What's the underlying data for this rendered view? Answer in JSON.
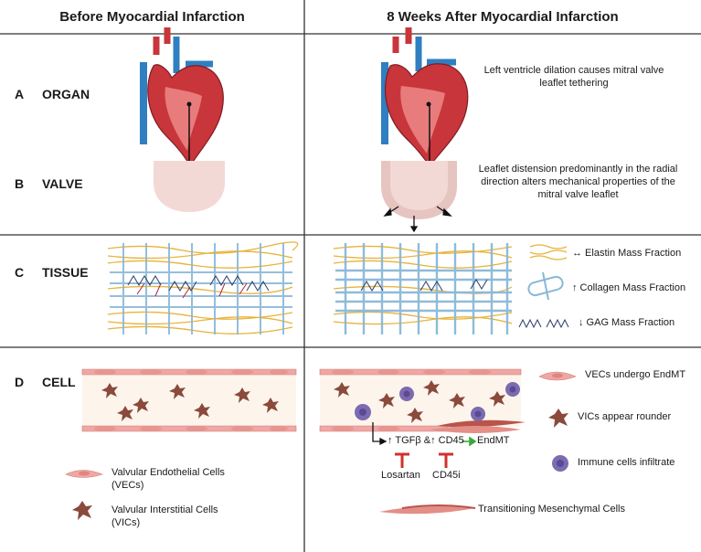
{
  "headers": {
    "left": "Before Myocardial Infarction",
    "right": "8 Weeks After Myocardial Infarction"
  },
  "rows": {
    "a": {
      "letter": "A",
      "name": "ORGAN"
    },
    "b": {
      "letter": "B",
      "name": "VALVE"
    },
    "c": {
      "letter": "C",
      "name": "TISSUE"
    },
    "d": {
      "letter": "D",
      "name": "CELL"
    }
  },
  "organ": {
    "after_desc_1": "Left ventricle dilation causes mitral valve",
    "after_desc_2": "leaflet tethering"
  },
  "valve": {
    "after_desc_1": "Leaflet distension predominantly in the radial",
    "after_desc_2": "direction alters mechanical properties of the",
    "after_desc_3": "mitral valve leaflet"
  },
  "tissue_legend": {
    "elastin": "↔ Elastin Mass Fraction",
    "collagen": "↑ Collagen Mass Fraction",
    "gag": "↓ GAG Mass Fraction"
  },
  "cell_before_legend": {
    "vec_1": "Valvular Endothelial Cells",
    "vec_2": "(VECs)",
    "vic_1": "Valvular Interstitial Cells",
    "vic_2": "(VICs)"
  },
  "cell_after": {
    "pathway_a": "↑ TGFβ &↑ CD45",
    "pathway_b": "EndMT",
    "inhibitor_1": "Losartan",
    "inhibitor_2": "CD45i"
  },
  "cell_after_legend": {
    "vec": "VECs undergo EndMT",
    "vic": "VICs appear rounder",
    "immune": "Immune cells infiltrate",
    "transition": "Transitioning Mesenchymal Cells"
  },
  "colors": {
    "heart_red": "#c8353a",
    "vessel_blue": "#2f7fc1",
    "valve_pink": "#f3d9d6",
    "elastin_yellow": "#e8b33a",
    "collagen_blue": "#8ab8d8",
    "gag_navy": "#2c3e6b",
    "endothelial_pink": "#f0a7a3",
    "vic_brown": "#8a4a3c",
    "immune_purple": "#7b6bb0",
    "inhibitor_red": "#d0312d",
    "arrow_green": "#3aa83a"
  }
}
